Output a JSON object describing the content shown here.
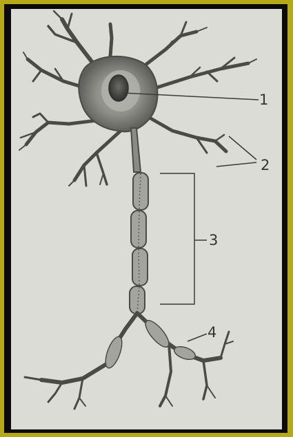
{
  "labels": {
    "one": "1",
    "two": "2",
    "three": "3",
    "four": "4"
  },
  "colors": {
    "frame_outer": "#b5a915",
    "frame_inner": "#0b0b0b",
    "paper": "#dcdcd6",
    "ink": "#3a3a3a",
    "cell_body": "#8c8c88",
    "nucleus": "#4a4a4a"
  }
}
